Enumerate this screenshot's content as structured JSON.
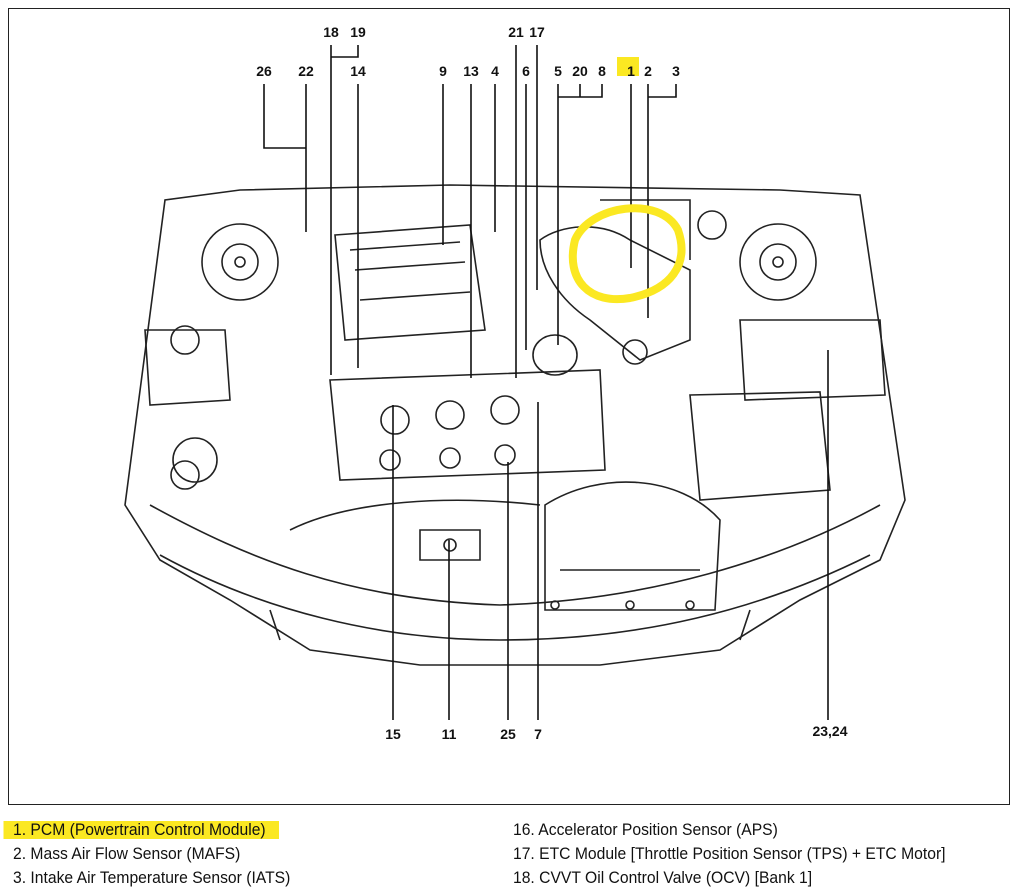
{
  "diagram": {
    "top_labels_row1": [
      "18",
      "19",
      "21",
      "17"
    ],
    "top_labels_row2": [
      "26",
      "22",
      "14",
      "9",
      "13",
      "4",
      "6",
      "5",
      "20",
      "8",
      "1",
      "2",
      "3"
    ],
    "bottom_labels": [
      "15",
      "11",
      "25",
      "7",
      "23,24"
    ],
    "highlighted_label": "1",
    "highlight_color": "#fbe822"
  },
  "legend": {
    "left": [
      "1. PCM (Powertrain Control Module)",
      "2. Mass Air Flow Sensor (MAFS)",
      "3. Intake Air Temperature Sensor (IATS)"
    ],
    "right": [
      "16. Accelerator Position Sensor (APS)",
      "17. ETC Module [Throttle Position Sensor (TPS) + ETC Motor]",
      "18. CVVT Oil Control Valve (OCV) [Bank 1]"
    ]
  }
}
